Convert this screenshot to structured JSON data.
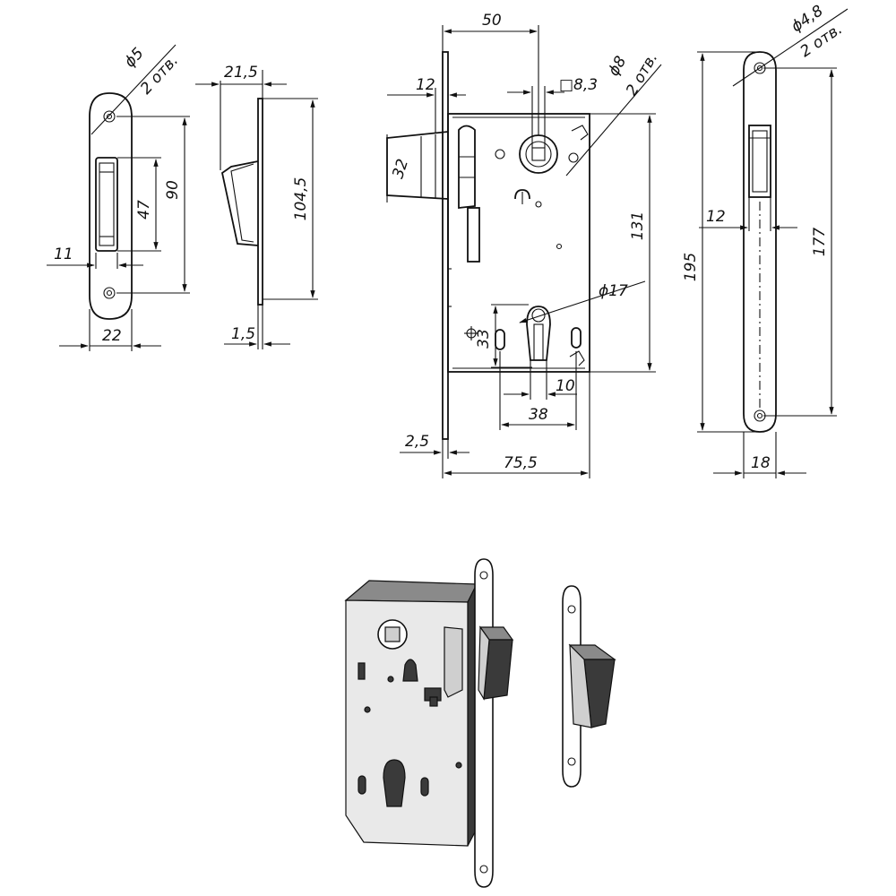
{
  "dims": {
    "strike_hole_diameter": "ϕ5",
    "strike_hole_count": "2 отв.",
    "strike_slot_height": "47",
    "strike_hole_spacing": "90",
    "strike_slot_offset": "11",
    "strike_width": "22",
    "latch_projection": "21,5",
    "latch_profile_height": "104,5",
    "latch_plate_thickness": "1,5",
    "backset": "50",
    "latch_width": "12",
    "latch_height": "32",
    "spindle_square": "□8,3",
    "body_hole_diameter": "ϕ8",
    "body_hole_count": "2 отв.",
    "body_height": "131",
    "cylinder_diameter": "ϕ17",
    "cylinder_height": "33",
    "cylinder_width": "10",
    "cylinder_backset": "38",
    "faceplate_thickness": "2,5",
    "body_depth": "75,5",
    "faceplate_hole_diameter": "ϕ4,8",
    "faceplate_hole_count": "2 отв.",
    "faceplate_latch_width": "12",
    "faceplate_length": "195",
    "faceplate_hole_spacing": "177",
    "faceplate_width": "18"
  }
}
